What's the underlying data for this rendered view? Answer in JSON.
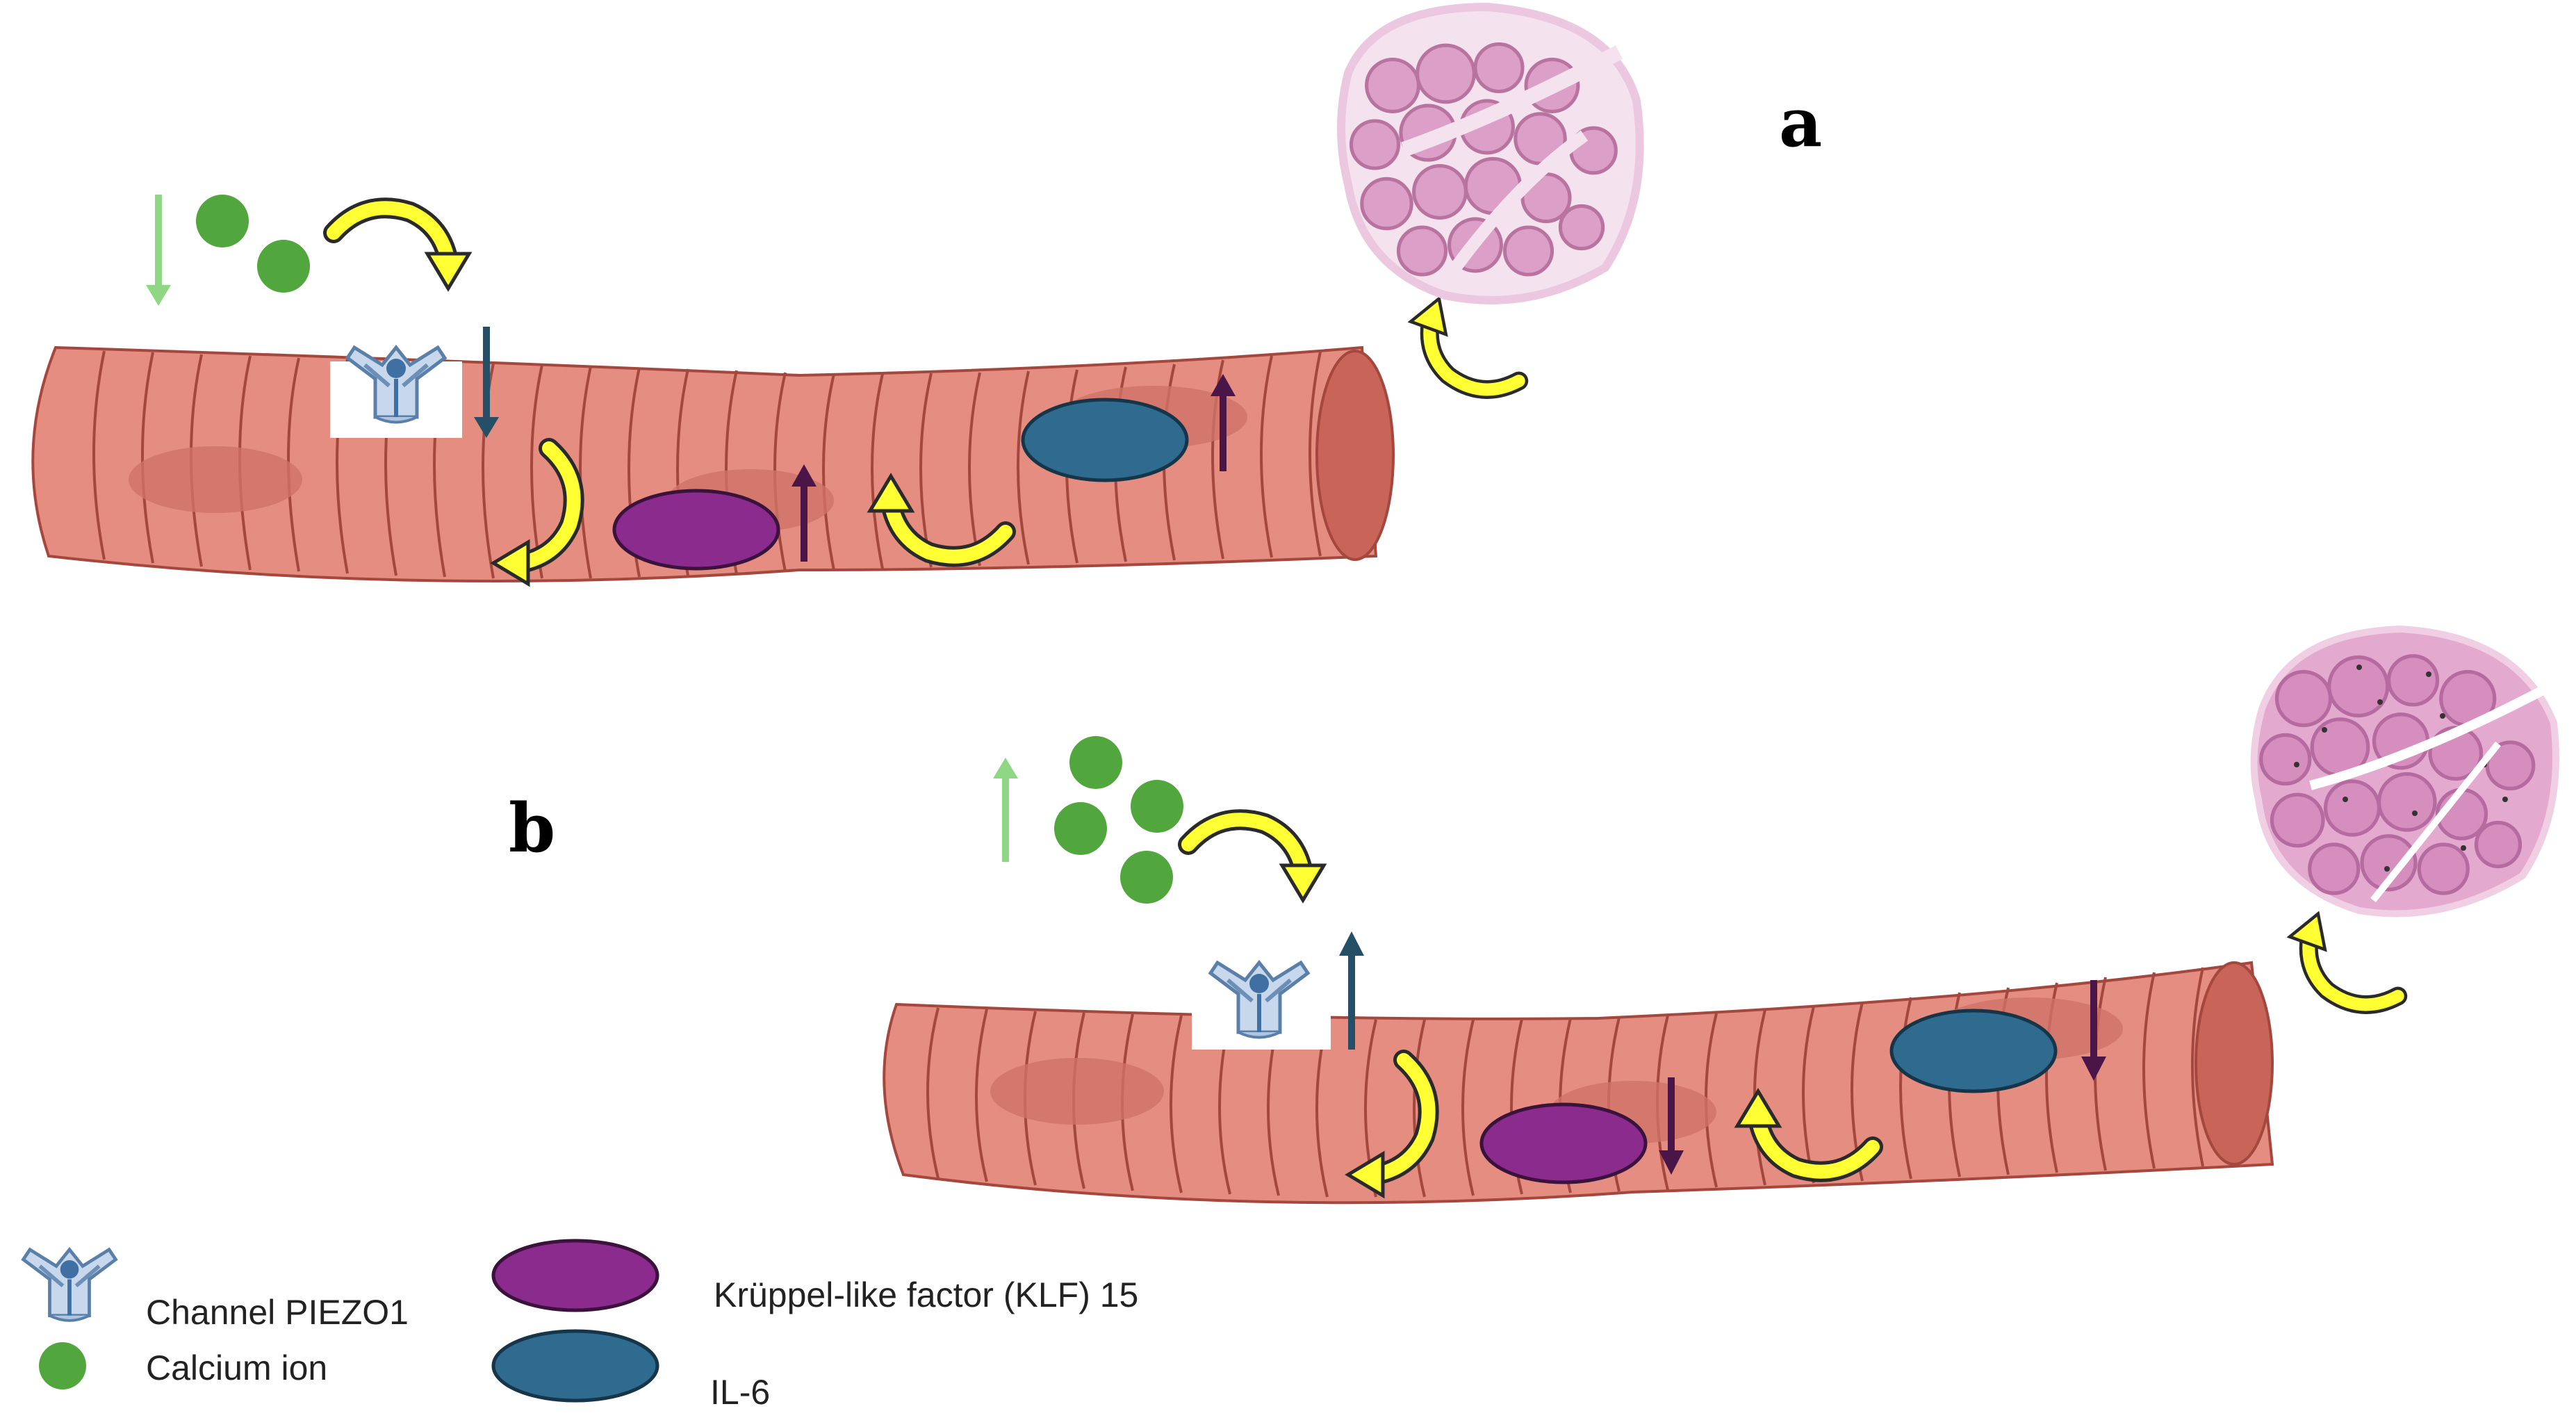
{
  "panels": {
    "a": {
      "label": "a"
    },
    "b": {
      "label": "b"
    }
  },
  "legend": {
    "piezo1": "Channel PIEZO1",
    "calcium": "Calcium ion",
    "klf15": "Krüppel-like factor (KLF) 15",
    "il6": "IL-6"
  },
  "colors": {
    "fiber": "#e48d80",
    "fiber_stripe": "#a4483f",
    "fiber_end": "#c86558",
    "nucleus_shadow": "#cf7266",
    "calcium": "#52a63e",
    "klf15": "#8b2b8d",
    "il6": "#2f6b8f",
    "yellow_arrow": "#ffff33",
    "arrow_up_down_dark": "#244f66",
    "arrow_purple": "#4a1547",
    "arrow_green": "#8fd784",
    "muscle_tissue": "#dca0c8"
  },
  "icons": [
    "piezo1-channel-icon",
    "calcium-ion-icon",
    "yellow-curved-arrow-icon",
    "muscle-cross-section-icon"
  ]
}
